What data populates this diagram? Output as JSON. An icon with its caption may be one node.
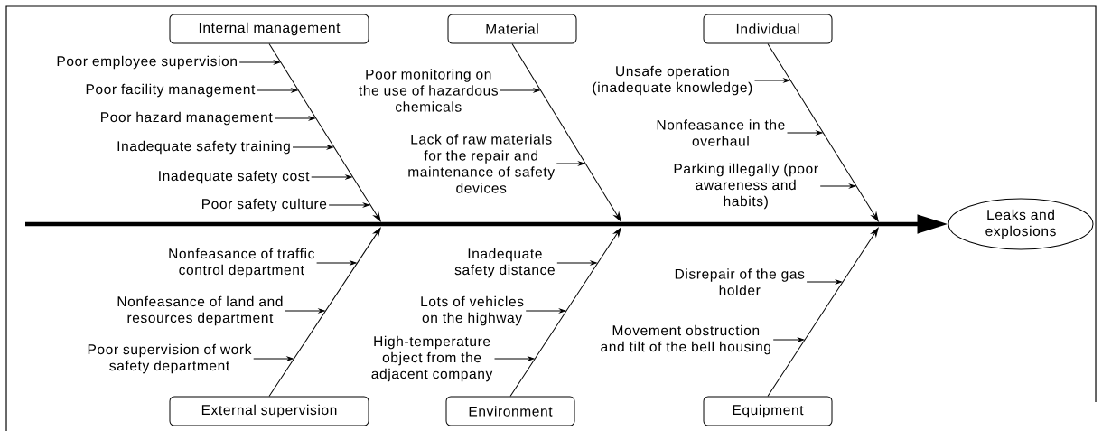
{
  "diagram": {
    "nodes": [
      {
        "text": [
          "Internal management"
        ]
      },
      {
        "text": [
          "Material"
        ]
      },
      {
        "text": [
          "Individual"
        ]
      },
      {
        "text": [
          "Leaks and explosions"
        ]
      },
      {
        "text": [
          "External supervision"
        ]
      },
      {
        "text": [
          "Environment"
        ]
      },
      {
        "text": [
          "Equipment"
        ]
      },
      {
        "text": [
          "Poor employee supervision"
        ]
      },
      {
        "text": [
          "Poor facility management"
        ]
      },
      {
        "text": [
          "Poor hazard management"
        ]
      },
      {
        "text": [
          "Inadequate safety training"
        ]
      },
      {
        "text": [
          "Inadequate safety cost"
        ]
      },
      {
        "text": [
          "Poor safety culture"
        ]
      },
      {
        "text": [
          "Poor monitoring on the use of hazardous chemicals"
        ]
      },
      {
        "text": [
          "Lack of raw materials for the repair and maintenance of safety devices"
        ]
      },
      {
        "text": [
          "Unsafe operation (inadequate knowledge)"
        ]
      },
      {
        "text": [
          "Nonfeasance in the overhaul"
        ]
      },
      {
        "text": [
          "Parking illegally (poor awareness and habits)"
        ]
      },
      {
        "text": [
          "Nonfeasance of traffic control department"
        ]
      },
      {
        "text": [
          "Nonfeasance of land and resources department"
        ]
      },
      {
        "text": [
          "Poor supervision of work safety department"
        ]
      },
      {
        "text": [
          "Inadequate safety distance"
        ]
      },
      {
        "text": [
          "Lots of vehicles on the highway"
        ]
      },
      {
        "text": [
          "High-temperature object from the adjacent company"
        ]
      },
      {
        "text": [
          "Disrepair of the gas holder"
        ]
      },
      {
        "text": [
          "Movement obstruction and tilt of the bell housing"
        ]
      }
    ],
    "edges": [
      {
        "from": null,
        "to": 3,
        "arrow": "to",
        "style": "thick"
      },
      {
        "from": 0,
        "to": null,
        "arrow": "to"
      },
      {
        "from": 1,
        "to": null,
        "arrow": "to"
      },
      {
        "from": 2,
        "to": null,
        "arrow": "to"
      },
      {
        "from": 4,
        "to": null,
        "arrow": "to"
      },
      {
        "from": 5,
        "to": null,
        "arrow": "to"
      },
      {
        "from": 6,
        "to": null,
        "arrow": "to"
      },
      {
        "from": 7,
        "to": null,
        "arrow": "to"
      },
      {
        "from": 8,
        "to": null,
        "arrow": "to"
      },
      {
        "from": 9,
        "to": null,
        "arrow": "to"
      },
      {
        "from": 10,
        "to": null,
        "arrow": "to"
      },
      {
        "from": 11,
        "to": null,
        "arrow": "to"
      },
      {
        "from": 12,
        "to": null,
        "arrow": "to"
      },
      {
        "from": 13,
        "to": null,
        "arrow": "to"
      },
      {
        "from": 14,
        "to": null,
        "arrow": "to"
      },
      {
        "from": 15,
        "to": null,
        "arrow": "to"
      },
      {
        "from": 16,
        "to": null,
        "arrow": "to"
      },
      {
        "from": 17,
        "to": null,
        "arrow": "to"
      },
      {
        "from": 18,
        "to": null,
        "arrow": "to"
      },
      {
        "from": 19,
        "to": null,
        "arrow": "to"
      },
      {
        "from": 20,
        "to": null,
        "arrow": "to"
      },
      {
        "from": 21,
        "to": null,
        "arrow": "to"
      },
      {
        "from": 22,
        "to": null,
        "arrow": "to"
      },
      {
        "from": 23,
        "to": null,
        "arrow": "to"
      },
      {
        "from": 24,
        "to": null,
        "arrow": "to"
      },
      {
        "from": 25,
        "to": null,
        "arrow": "to"
      }
    ]
  }
}
